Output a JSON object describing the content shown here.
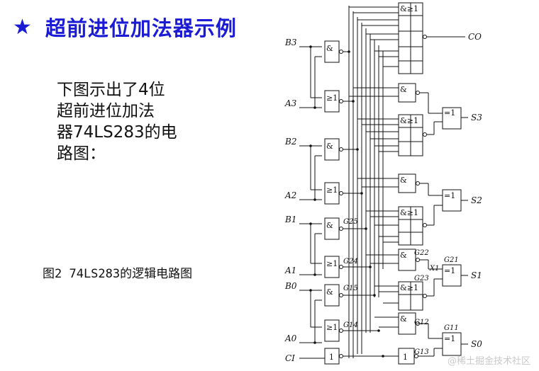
{
  "slide": {
    "star": "★",
    "title": "超前进位加法器示例",
    "description_lines": [
      "下图示出了4位",
      "超前进位加法",
      "器74LS283的电",
      "路图："
    ],
    "caption": "图2 74LS283的逻辑电路图",
    "watermark": "@稀土掘金技术社区"
  },
  "diagram": {
    "input_labels": [
      "B3",
      "A3",
      "B2",
      "A2",
      "B1",
      "A1",
      "B0",
      "A0",
      "CI"
    ],
    "output_labels": [
      "CO",
      "S3",
      "S2",
      "S1",
      "S0"
    ],
    "gate_labels": [
      "G25",
      "G24",
      "G15",
      "G14",
      "G22",
      "G23",
      "G21",
      "X1",
      "G12",
      "G13",
      "G11"
    ],
    "gate_symbols": {
      "and": "&",
      "or": "≥1",
      "xor": "=1",
      "not": "1",
      "and_or": "&≥1"
    },
    "colors": {
      "title": "#1b1bd6",
      "ink": "#111111",
      "watermark": "#c9c9c9"
    }
  }
}
